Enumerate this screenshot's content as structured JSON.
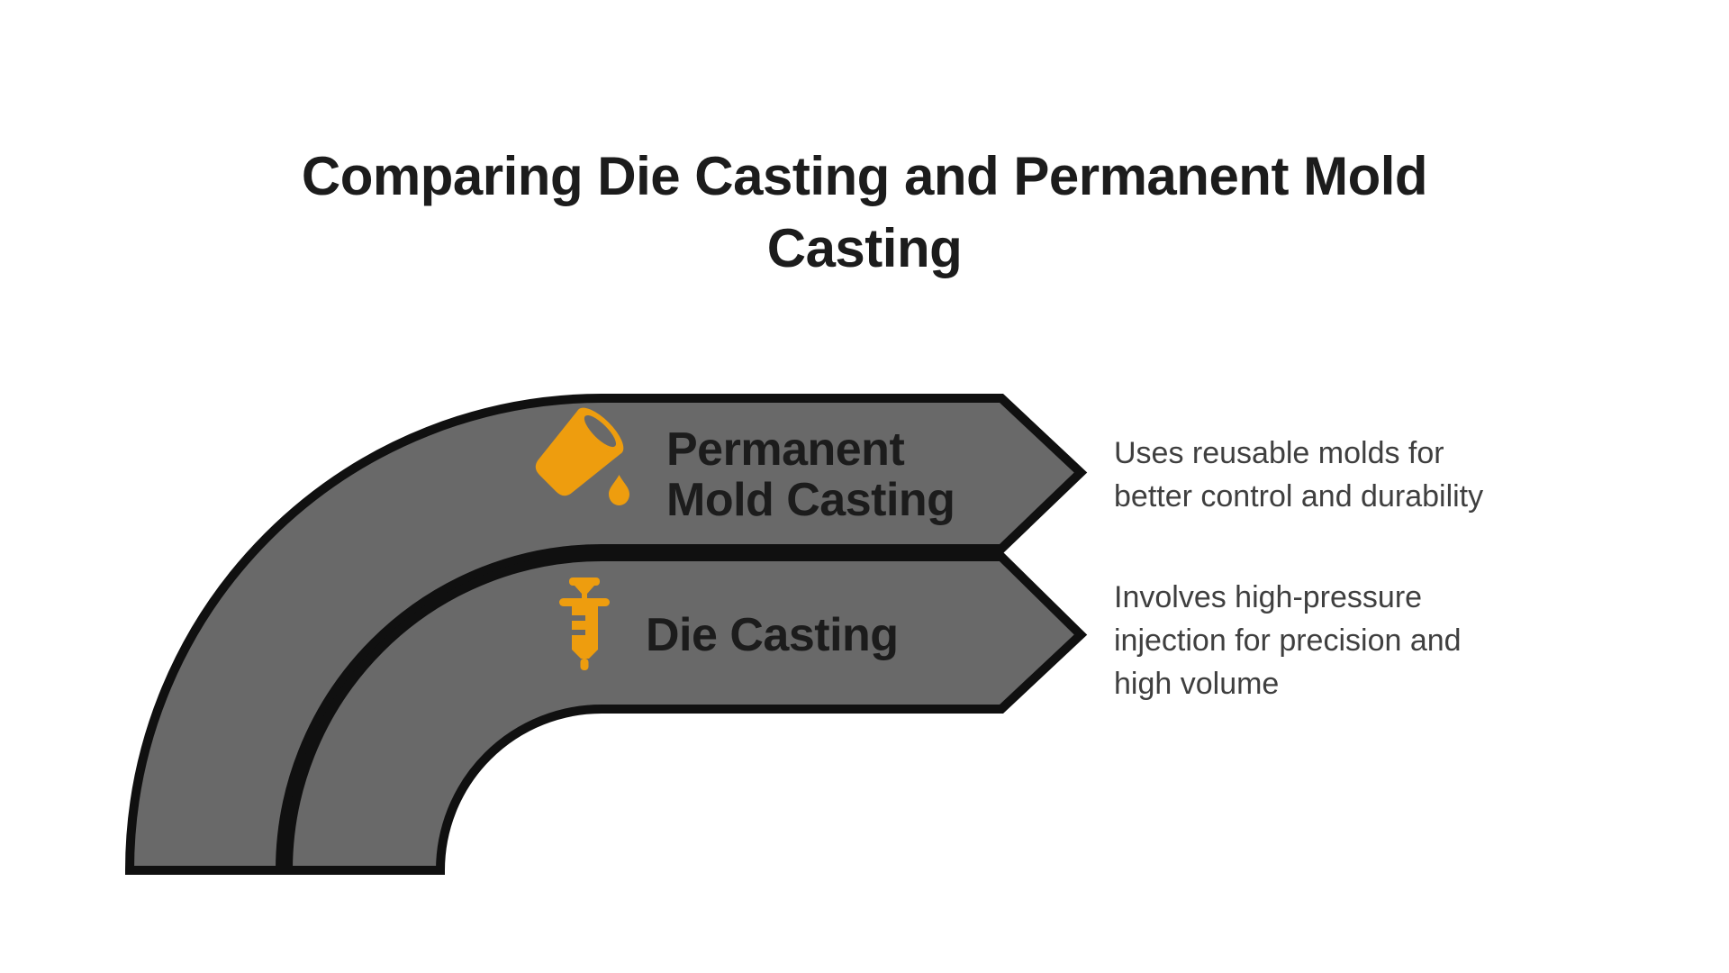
{
  "title": "Comparing Die Casting and Permanent Mold\nCasting",
  "items": [
    {
      "id": "permanent-mold-casting",
      "icon": "paint-pour-icon",
      "label": "Permanent\nMold Casting",
      "description": "Uses reusable molds for\nbetter control and durability"
    },
    {
      "id": "die-casting",
      "icon": "syringe-icon",
      "label": "Die Casting",
      "description": "Involves high-pressure\ninjection for precision and\nhigh volume"
    }
  ],
  "colors": {
    "background": "#ffffff",
    "band_fill": "#696969",
    "band_stroke": "#101010",
    "accent": "#ee9d0e",
    "title_text": "#1c1c1c",
    "description_text": "#3f3f3f"
  }
}
